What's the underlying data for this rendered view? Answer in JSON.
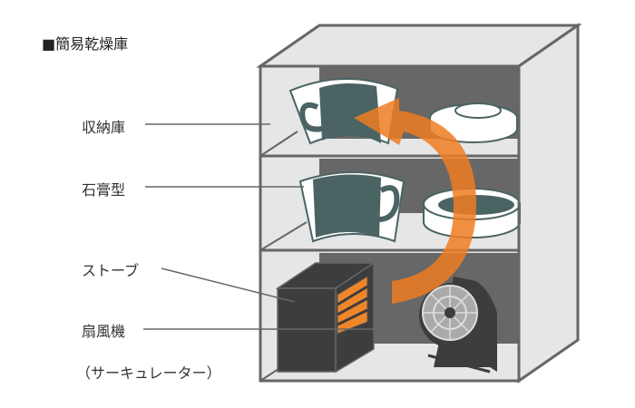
{
  "title": "■簡易乾燥庫",
  "labels": {
    "storage": "収納庫",
    "plaster_mold": "石膏型",
    "stove": "ストーブ",
    "fan": "扇風機",
    "fan_note": "（サーキュレーター）"
  },
  "colors": {
    "frame": "#666666",
    "panel": "#e6e6e6",
    "back_wall": "#676767",
    "cup": "#4a6363",
    "stove": "#3c3d3e",
    "heat": "#f0862a",
    "arrow": "#ef7d22"
  }
}
